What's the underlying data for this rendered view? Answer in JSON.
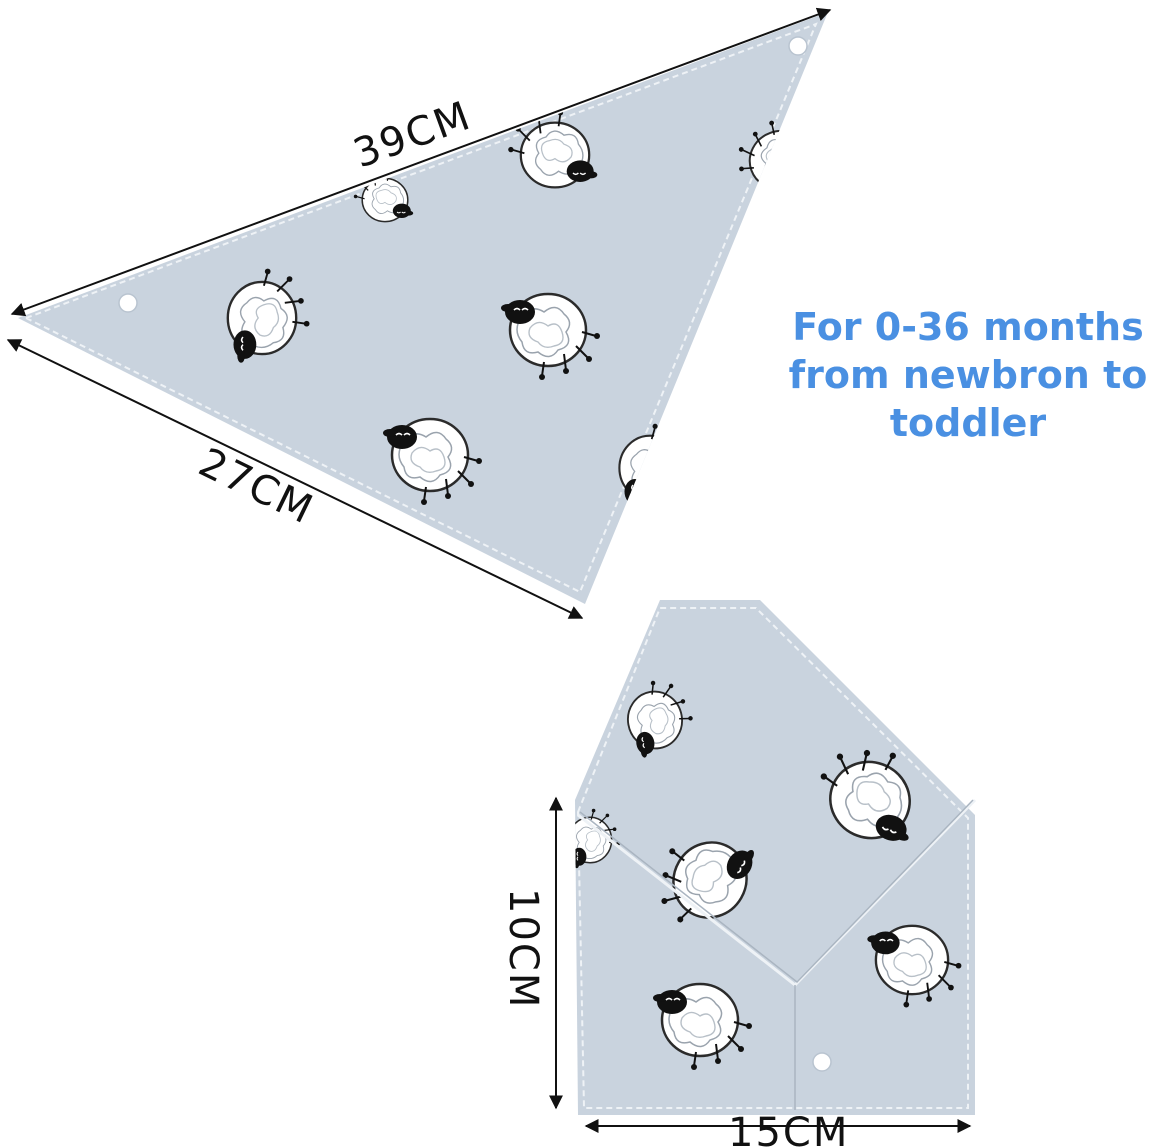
{
  "dimensions": {
    "top_edge": "39CM",
    "left_edge": "27CM",
    "folded_height": "10CM",
    "folded_width": "15CM"
  },
  "caption": {
    "line1": "For 0-36 months",
    "line2": "from newbron to",
    "line3": "toddler"
  },
  "colors": {
    "fabric": "#c9d3de",
    "fabric_shadow": "#b9c4d0",
    "stitch": "#eef2f6",
    "caption": "#4a90e2",
    "ink": "#111111"
  },
  "icons": {
    "pattern": "sheep-icon",
    "fastener": "snap-button-icon"
  }
}
